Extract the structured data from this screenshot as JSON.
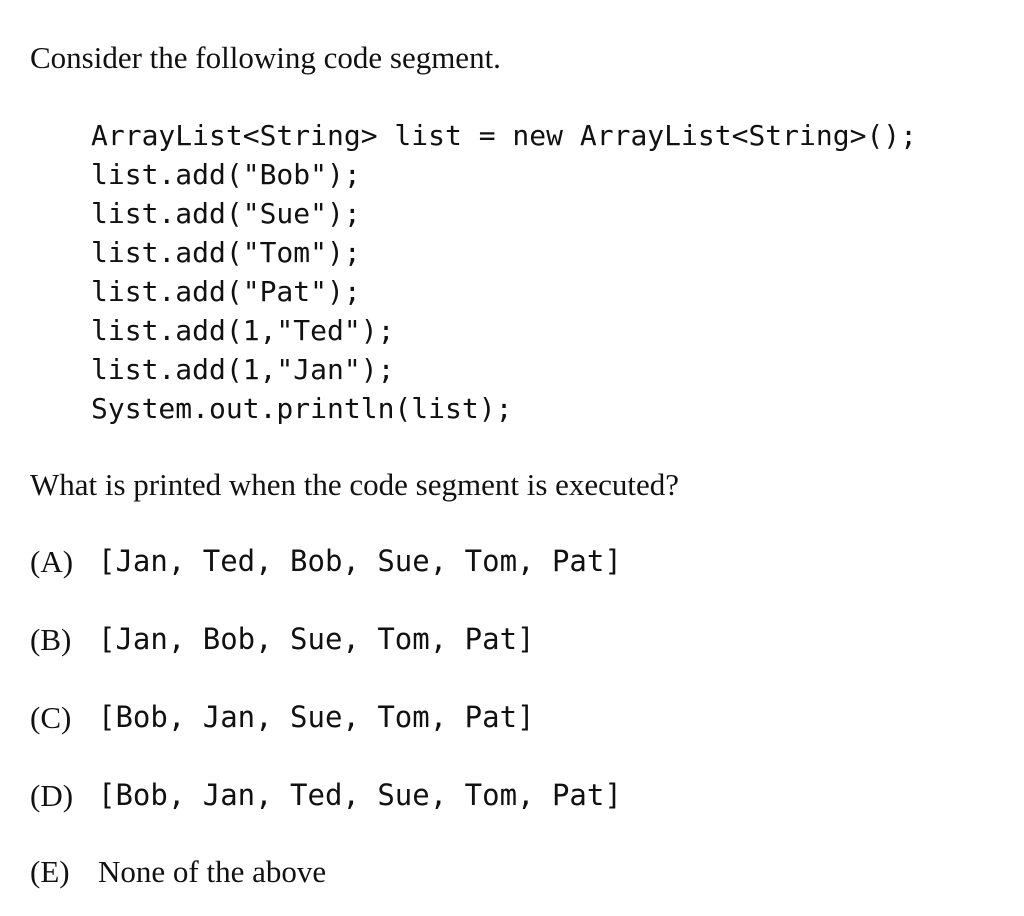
{
  "intro": "Consider the following code segment.",
  "code_lines": [
    "ArrayList<String> list = new ArrayList<String>();",
    "list.add(\"Bob\");",
    "list.add(\"Sue\");",
    "list.add(\"Tom\");",
    "list.add(\"Pat\");",
    "list.add(1,\"Ted\");",
    "list.add(1,\"Jan\");",
    "System.out.println(list);"
  ],
  "question": "What is printed when the code segment is executed?",
  "choices": [
    {
      "letter": "(A)",
      "text": "[Jan, Ted, Bob, Sue, Tom, Pat]"
    },
    {
      "letter": "(B)",
      "text": "[Jan, Bob, Sue, Tom, Pat]"
    },
    {
      "letter": "(C)",
      "text": "[Bob, Jan, Sue, Tom, Pat]"
    },
    {
      "letter": "(D)",
      "text": "[Bob, Jan, Ted, Sue, Tom, Pat]"
    },
    {
      "letter": "(E)",
      "text": "None of the above"
    }
  ]
}
